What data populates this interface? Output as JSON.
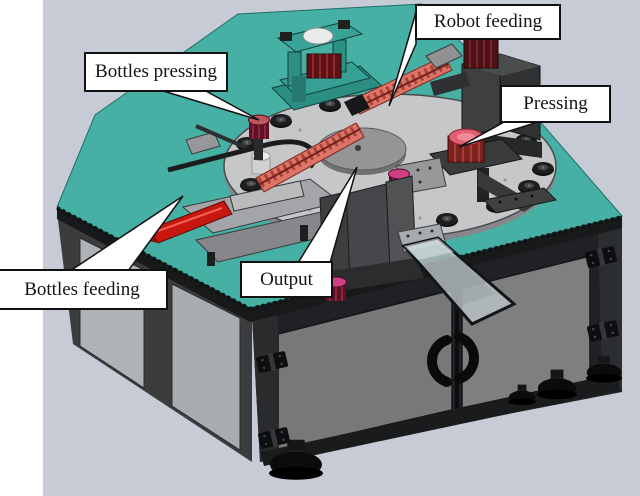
{
  "figure": {
    "callouts": {
      "bottles_pressing": "Bottles pressing",
      "robot_feeding": "Robot feeding",
      "pressing": "Pressing",
      "bottles_feeding": "Bottles feeding",
      "output": "Output"
    },
    "colors": {
      "backdrop": "#c7cbd6",
      "table_top": "#46b0a4",
      "table_edge": "#17191a",
      "disc": "#c6c7c9",
      "disc_rim": "#85878a",
      "cabinet_left_panel": "#b0b3b5",
      "cabinet_door": "#76787a",
      "frame_dark": "#202124",
      "rail_salmon": "#dd7468",
      "clamp_red": "#c6180e",
      "press_pink": "#e05f72",
      "knob_magenta": "#cf3f88",
      "label_background": "#ffffff",
      "label_border": "#111111"
    }
  }
}
